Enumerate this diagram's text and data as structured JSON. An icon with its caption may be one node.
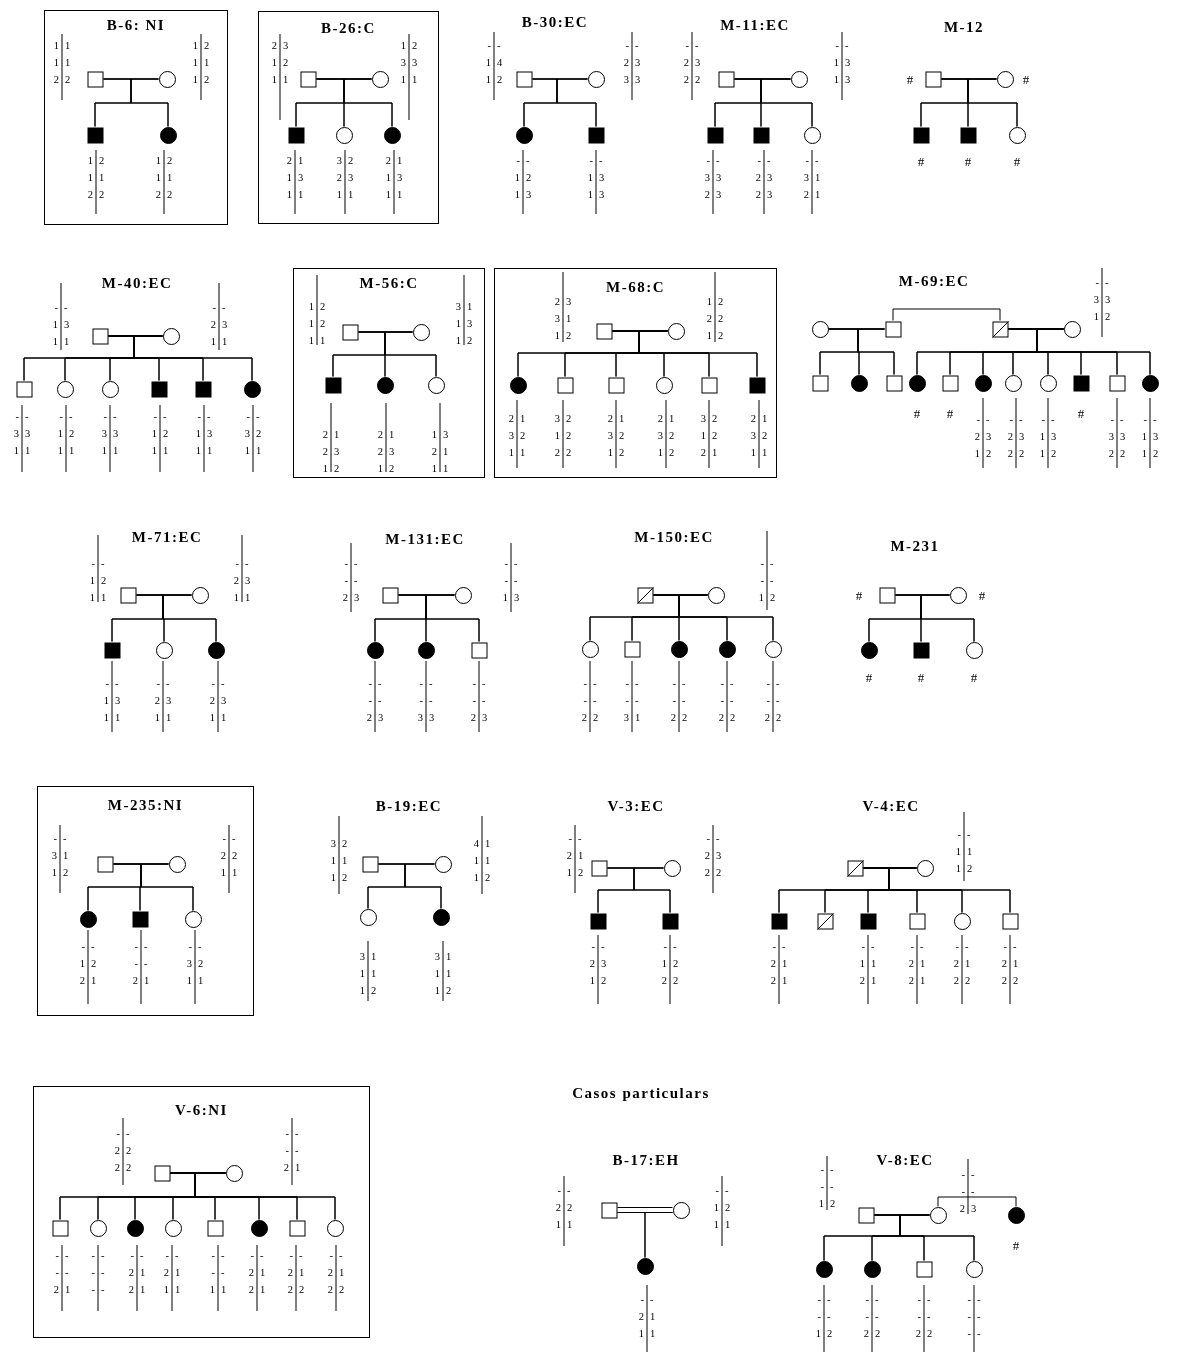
{
  "diagram": {
    "nodes": [
      {
        "text": [
          "B-6: NI"
        ]
      },
      {
        "text": [],
        "shape": "square",
        "in": 0,
        "beside": [
          "1 1 2",
          "1 1 2"
        ]
      },
      {
        "text": [],
        "shape": "circle",
        "in": 0,
        "beside": [
          "1 1 1",
          "2 1 2"
        ]
      },
      {
        "text": [],
        "shape": "filled-square",
        "in": 0,
        "beside": [
          "1 1 2",
          "2 1 2"
        ]
      },
      {
        "text": [],
        "shape": "filled-circle",
        "in": 0,
        "beside": [
          "1 1 2",
          "2 1 2"
        ]
      },
      {
        "text": [
          "B-26:C"
        ]
      },
      {
        "text": [],
        "shape": "square",
        "in": 5,
        "beside": [
          "2 1 1",
          "3 2 1"
        ]
      },
      {
        "text": [],
        "shape": "circle",
        "in": 5,
        "beside": [
          "1 3 1",
          "2 3 1"
        ]
      },
      {
        "text": [],
        "shape": "filled-square",
        "in": 5,
        "beside": [
          "2 1 1",
          "1 3 1"
        ]
      },
      {
        "text": [],
        "shape": "circle",
        "in": 5,
        "beside": [
          "3 2 1",
          "2 3 1"
        ]
      },
      {
        "text": [],
        "shape": "filled-circle",
        "in": 5,
        "beside": [
          "2 1 1",
          "1 3 1"
        ]
      },
      {
        "text": [],
        "shape": "square",
        "beside": [
          "- 1 1",
          "- 4 2"
        ]
      },
      {
        "text": [],
        "shape": "circle",
        "beside": [
          "- 2 3",
          "- 3 3"
        ]
      },
      {
        "text": [],
        "shape": "filled-circle",
        "beside": [
          "- 1 1",
          "- 2 3"
        ]
      },
      {
        "text": [],
        "shape": "filled-square",
        "beside": [
          "- 1 1",
          "- 3 3"
        ]
      },
      {
        "text": [],
        "shape": "square",
        "beside": [
          "- 2 2",
          "- 3 2"
        ]
      },
      {
        "text": [],
        "shape": "circle",
        "beside": [
          "- 1 1",
          "- 3 3"
        ]
      },
      {
        "text": [],
        "shape": "filled-square",
        "beside": [
          "- 3 2",
          "- 3 3"
        ]
      },
      {
        "text": [],
        "shape": "filled-square",
        "beside": [
          "- 2 2",
          "- 3 3"
        ]
      },
      {
        "text": [],
        "shape": "circle",
        "beside": [
          "- 3 2",
          "- 1 1"
        ]
      },
      {
        "text": [],
        "shape": "square",
        "beside": [
          "#"
        ]
      },
      {
        "text": [],
        "shape": "circle",
        "beside": [
          "#"
        ]
      },
      {
        "text": [],
        "shape": "filled-square",
        "beside": [
          "#"
        ]
      },
      {
        "text": [],
        "shape": "filled-square",
        "beside": [
          "#"
        ]
      },
      {
        "text": [],
        "shape": "circle",
        "beside": [
          "#"
        ]
      },
      {
        "text": [],
        "shape": "square",
        "beside": [
          "- 1 1",
          "- 3 1"
        ]
      },
      {
        "text": [],
        "shape": "circle",
        "beside": [
          "- 2 1",
          "- 3 1"
        ]
      },
      {
        "text": [],
        "shape": "square",
        "beside": [
          "- 3 1",
          "- 3 1"
        ]
      },
      {
        "text": [],
        "shape": "circle",
        "beside": [
          "- 1 1",
          "- 2 1"
        ]
      },
      {
        "text": [],
        "shape": "circle",
        "beside": [
          "- 3 1",
          "- 3 1"
        ]
      },
      {
        "text": [],
        "shape": "filled-square",
        "beside": [
          "- 1 1",
          "- 2 1"
        ]
      },
      {
        "text": [],
        "shape": "filled-square",
        "beside": [
          "- 1 1",
          "- 3 1"
        ]
      },
      {
        "text": [],
        "shape": "filled-circle",
        "beside": [
          "- 3 1",
          "- 2 1"
        ]
      },
      {
        "text": [
          "M-56:C"
        ]
      },
      {
        "text": [],
        "shape": "square",
        "in": 33,
        "beside": [
          "1 1 1",
          "2 2 1"
        ]
      },
      {
        "text": [],
        "shape": "circle",
        "in": 33,
        "beside": [
          "3 1 1",
          "1 3 2"
        ]
      },
      {
        "text": [],
        "shape": "filled-square",
        "in": 33,
        "beside": [
          "2 2 1",
          "1 3 2"
        ]
      },
      {
        "text": [],
        "shape": "filled-circle",
        "in": 33,
        "beside": [
          "2 2 1",
          "1 3 2"
        ]
      },
      {
        "text": [],
        "shape": "circle",
        "in": 33,
        "beside": [
          "1 2 1",
          "3 1 1"
        ]
      },
      {
        "text": [
          "M-68:C"
        ]
      },
      {
        "text": [],
        "shape": "square",
        "in": 39,
        "beside": [
          "2 3 1",
          "3 1 2"
        ]
      },
      {
        "text": [],
        "shape": "circle",
        "in": 39,
        "beside": [
          "1 2 1",
          "2 2 2"
        ]
      },
      {
        "text": [],
        "shape": "filled-circle",
        "in": 39,
        "beside": [
          "2 3 1",
          "1 2 1"
        ]
      },
      {
        "text": [],
        "shape": "square",
        "in": 39,
        "beside": [
          "3 1 2",
          "2 2 2"
        ]
      },
      {
        "text": [],
        "shape": "square",
        "in": 39,
        "beside": [
          "2 3 1",
          "1 2 2"
        ]
      },
      {
        "text": [],
        "shape": "circle",
        "in": 39,
        "beside": [
          "2 3 1",
          "1 2 2"
        ]
      },
      {
        "text": [],
        "shape": "square",
        "in": 39,
        "beside": [
          "3 1 2",
          "2 2 1"
        ]
      },
      {
        "text": [],
        "shape": "filled-square",
        "in": 39,
        "beside": [
          "2 3 1",
          "1 2 1"
        ]
      },
      {
        "text": [],
        "shape": "circle"
      },
      {
        "text": [],
        "shape": "square"
      },
      {
        "text": [],
        "shape": "crossed-square"
      },
      {
        "text": [],
        "shape": "circle",
        "beside": [
          "- 3 1",
          "- 3 2"
        ]
      },
      {
        "text": [],
        "shape": "square"
      },
      {
        "text": [],
        "shape": "filled-circle"
      },
      {
        "text": [],
        "shape": "square"
      },
      {
        "text": [],
        "shape": "filled-circle",
        "beside": [
          "#"
        ]
      },
      {
        "text": [],
        "shape": "square",
        "beside": [
          "#"
        ]
      },
      {
        "text": [],
        "shape": "filled-circle",
        "beside": [
          "- 2 1",
          "- 3 2"
        ]
      },
      {
        "text": [],
        "shape": "circle",
        "beside": [
          "- 2 2",
          "- 3 2"
        ]
      },
      {
        "text": [],
        "shape": "circle",
        "beside": [
          "- 1 1",
          "- 3 2"
        ]
      },
      {
        "text": [],
        "shape": "filled-square",
        "beside": [
          "#"
        ]
      },
      {
        "text": [],
        "shape": "square",
        "beside": [
          "- 3 2",
          "- 3 2"
        ]
      },
      {
        "text": [],
        "shape": "filled-circle",
        "beside": [
          "- 1 1",
          "- 3 2"
        ]
      },
      {
        "text": [],
        "shape": "square",
        "beside": [
          "- 1 1",
          "- 2 1"
        ]
      },
      {
        "text": [],
        "shape": "circle",
        "beside": [
          "- 2 1",
          "- 3 1"
        ]
      },
      {
        "text": [],
        "shape": "filled-square",
        "beside": [
          "- 1 1",
          "- 3 1"
        ]
      },
      {
        "text": [],
        "shape": "circle",
        "beside": [
          "- 2 1",
          "- 3 1"
        ]
      },
      {
        "text": [],
        "shape": "filled-circle",
        "beside": [
          "- 2 1",
          "- 3 1"
        ]
      },
      {
        "text": [],
        "shape": "square",
        "beside": [
          "- - 2",
          "- - 3"
        ]
      },
      {
        "text": [],
        "shape": "circle",
        "beside": [
          "- - 1",
          "- - 3"
        ]
      },
      {
        "text": [],
        "shape": "filled-circle",
        "beside": [
          "- - 2",
          "- - 3"
        ]
      },
      {
        "text": [],
        "shape": "filled-circle",
        "beside": [
          "- - 3",
          "- - 3"
        ]
      },
      {
        "text": [],
        "shape": "square",
        "beside": [
          "- - 2",
          "- - 3"
        ]
      },
      {
        "text": [],
        "shape": "crossed-square"
      },
      {
        "text": [],
        "shape": "circle",
        "beside": [
          "- - 1",
          "- - 2"
        ]
      },
      {
        "text": [],
        "shape": "circle",
        "beside": [
          "- - 2",
          "- - 2"
        ]
      },
      {
        "text": [],
        "shape": "square",
        "beside": [
          "- - 3",
          "- - 1"
        ]
      },
      {
        "text": [],
        "shape": "filled-circle",
        "beside": [
          "- - 2",
          "- - 2"
        ]
      },
      {
        "text": [],
        "shape": "filled-circle",
        "beside": [
          "- - 2",
          "- - 2"
        ]
      },
      {
        "text": [],
        "shape": "circle",
        "beside": [
          "- - 2",
          "- - 2"
        ]
      },
      {
        "text": [],
        "shape": "square",
        "beside": [
          "#"
        ]
      },
      {
        "text": [],
        "shape": "circle",
        "beside": [
          "#"
        ]
      },
      {
        "text": [],
        "shape": "filled-circle",
        "beside": [
          "#"
        ]
      },
      {
        "text": [],
        "shape": "filled-square",
        "beside": [
          "#"
        ]
      },
      {
        "text": [],
        "shape": "circle",
        "beside": [
          "#"
        ]
      },
      {
        "text": [
          "M-235:NI"
        ]
      },
      {
        "text": [],
        "shape": "square",
        "in": 85,
        "beside": [
          "- 3 1",
          "- 1 2"
        ]
      },
      {
        "text": [],
        "shape": "circle",
        "in": 85,
        "beside": [
          "- 2 1",
          "- 2 1"
        ]
      },
      {
        "text": [],
        "shape": "filled-circle",
        "in": 85,
        "beside": [
          "- 1 2",
          "- 2 1"
        ]
      },
      {
        "text": [],
        "shape": "filled-square",
        "in": 85,
        "beside": [
          "- - 2",
          "- - 1"
        ]
      },
      {
        "text": [],
        "shape": "circle",
        "in": 85,
        "beside": [
          "- 3 1",
          "- 2 1"
        ]
      },
      {
        "text": [],
        "shape": "square",
        "beside": [
          "3 1 1",
          "2 1 2"
        ]
      },
      {
        "text": [],
        "shape": "circle",
        "beside": [
          "4 1 1",
          "1 1 2"
        ]
      },
      {
        "text": [],
        "shape": "circle",
        "beside": [
          "3 1 1",
          "1 1 2"
        ]
      },
      {
        "text": [],
        "shape": "filled-circle",
        "beside": [
          "3 1 1",
          "1 1 2"
        ]
      },
      {
        "text": [],
        "shape": "square",
        "beside": [
          "- 2 1",
          "- 1 2"
        ]
      },
      {
        "text": [],
        "shape": "circle",
        "beside": [
          "- 2 2",
          "- 3 2"
        ]
      },
      {
        "text": [],
        "shape": "filled-square",
        "beside": [
          "- 2 1",
          "- 3 2"
        ]
      },
      {
        "text": [],
        "shape": "filled-square",
        "beside": [
          "- 1 2",
          "- 2 2"
        ]
      },
      {
        "text": [],
        "shape": "crossed-square"
      },
      {
        "text": [],
        "shape": "circle",
        "beside": [
          "- 1 1",
          "- 1 2"
        ]
      },
      {
        "text": [],
        "shape": "filled-square",
        "beside": [
          "- 2 2",
          "- 1 1"
        ]
      },
      {
        "text": [],
        "shape": "crossed-square"
      },
      {
        "text": [],
        "shape": "filled-square",
        "beside": [
          "- 1 2",
          "- 1 1"
        ]
      },
      {
        "text": [],
        "shape": "square",
        "beside": [
          "- 2 2",
          "- 1 1"
        ]
      },
      {
        "text": [],
        "shape": "circle",
        "beside": [
          "- 2 2",
          "- 1 2"
        ]
      },
      {
        "text": [],
        "shape": "square",
        "beside": [
          "- 2 2",
          "- 1 2"
        ]
      },
      {
        "text": [
          "V-6:NI"
        ]
      },
      {
        "text": [],
        "shape": "square",
        "in": 107,
        "beside": [
          "- 2 2",
          "- 2 2"
        ]
      },
      {
        "text": [],
        "shape": "circle",
        "in": 107,
        "beside": [
          "- - 2",
          "- - 1"
        ]
      },
      {
        "text": [],
        "shape": "square",
        "in": 107,
        "beside": [
          "- - 2",
          "- - 1"
        ]
      },
      {
        "text": [],
        "shape": "circle",
        "in": 107,
        "beside": [
          "- - -",
          "- - -"
        ]
      },
      {
        "text": [],
        "shape": "filled-circle",
        "in": 107,
        "beside": [
          "- 2 2",
          "- 1 1"
        ]
      },
      {
        "text": [],
        "shape": "circle",
        "in": 107,
        "beside": [
          "- 2 1",
          "- 1 1"
        ]
      },
      {
        "text": [],
        "shape": "square",
        "in": 107,
        "beside": [
          "- - 1",
          "- - 1"
        ]
      },
      {
        "text": [],
        "shape": "filled-circle",
        "in": 107,
        "beside": [
          "- 2 2",
          "- 1 1"
        ]
      },
      {
        "text": [],
        "shape": "square",
        "in": 107,
        "beside": [
          "- 2 2",
          "- 1 2"
        ]
      },
      {
        "text": [],
        "shape": "circle",
        "in": 107,
        "beside": [
          "- 2 2",
          "- 1 2"
        ]
      },
      {
        "text": [],
        "shape": "square",
        "beside": [
          "- 2 1",
          "- 2 1"
        ]
      },
      {
        "text": [],
        "shape": "circle",
        "beside": [
          "- 1 1",
          "- 2 1"
        ]
      },
      {
        "text": [],
        "shape": "filled-circle",
        "beside": [
          "- 2 1",
          "- 1 1"
        ]
      },
      {
        "text": [],
        "shape": "square",
        "beside": [
          "- - 1",
          "- - 2"
        ]
      },
      {
        "text": [],
        "shape": "circle",
        "beside": [
          "- - 2",
          "- - 3"
        ]
      },
      {
        "text": [],
        "shape": "filled-circle",
        "beside": [
          "#"
        ]
      },
      {
        "text": [],
        "shape": "filled-circle",
        "beside": [
          "- - 1",
          "- - 2"
        ]
      },
      {
        "text": [],
        "shape": "filled-circle",
        "beside": [
          "- - 2",
          "- - 2"
        ]
      },
      {
        "text": [],
        "shape": "square",
        "beside": [
          "- - 2",
          "- - 2"
        ]
      },
      {
        "text": [],
        "shape": "circle",
        "beside": [
          "- - -",
          "- - -"
        ]
      }
    ],
    "edges": [
      {
        "from": 1,
        "to": 2,
        "arrow": "none"
      },
      {
        "from": 1,
        "to": 3,
        "arrow": "none"
      },
      {
        "from": 2,
        "to": 3,
        "arrow": "none"
      },
      {
        "from": 1,
        "to": 4,
        "arrow": "none"
      },
      {
        "from": 2,
        "to": 4,
        "arrow": "none"
      },
      {
        "from": 6,
        "to": 7,
        "arrow": "none"
      },
      {
        "from": 6,
        "to": 8,
        "arrow": "none"
      },
      {
        "from": 7,
        "to": 8,
        "arrow": "none"
      },
      {
        "from": 6,
        "to": 9,
        "arrow": "none"
      },
      {
        "from": 7,
        "to": 9,
        "arrow": "none"
      },
      {
        "from": 6,
        "to": 10,
        "arrow": "none"
      },
      {
        "from": 7,
        "to": 10,
        "arrow": "none"
      },
      {
        "from": 11,
        "to": 12,
        "arrow": "none"
      },
      {
        "from": 11,
        "to": 13,
        "arrow": "none"
      },
      {
        "from": 12,
        "to": 13,
        "arrow": "none"
      },
      {
        "from": 11,
        "to": 14,
        "arrow": "none"
      },
      {
        "from": 12,
        "to": 14,
        "arrow": "none"
      },
      {
        "from": 15,
        "to": 16,
        "arrow": "none"
      },
      {
        "from": 15,
        "to": 17,
        "arrow": "none"
      },
      {
        "from": 16,
        "to": 17,
        "arrow": "none"
      },
      {
        "from": 15,
        "to": 18,
        "arrow": "none"
      },
      {
        "from": 16,
        "to": 18,
        "arrow": "none"
      },
      {
        "from": 15,
        "to": 19,
        "arrow": "none"
      },
      {
        "from": 16,
        "to": 19,
        "arrow": "none"
      },
      {
        "from": 20,
        "to": 21,
        "arrow": "none"
      },
      {
        "from": 20,
        "to": 22,
        "arrow": "none"
      },
      {
        "from": 21,
        "to": 22,
        "arrow": "none"
      },
      {
        "from": 20,
        "to": 23,
        "arrow": "none"
      },
      {
        "from": 21,
        "to": 23,
        "arrow": "none"
      },
      {
        "from": 20,
        "to": 24,
        "arrow": "none"
      },
      {
        "from": 21,
        "to": 24,
        "arrow": "none"
      },
      {
        "from": 25,
        "to": 26,
        "arrow": "none"
      },
      {
        "from": 25,
        "to": 27,
        "arrow": "none"
      },
      {
        "from": 26,
        "to": 27,
        "arrow": "none"
      },
      {
        "from": 25,
        "to": 28,
        "arrow": "none"
      },
      {
        "from": 26,
        "to": 28,
        "arrow": "none"
      },
      {
        "from": 25,
        "to": 29,
        "arrow": "none"
      },
      {
        "from": 26,
        "to": 29,
        "arrow": "none"
      },
      {
        "from": 25,
        "to": 30,
        "arrow": "none"
      },
      {
        "from": 26,
        "to": 30,
        "arrow": "none"
      },
      {
        "from": 25,
        "to": 31,
        "arrow": "none"
      },
      {
        "from": 26,
        "to": 31,
        "arrow": "none"
      },
      {
        "from": 25,
        "to": 32,
        "arrow": "none"
      },
      {
        "from": 26,
        "to": 32,
        "arrow": "none"
      },
      {
        "from": 34,
        "to": 35,
        "arrow": "none"
      },
      {
        "from": 34,
        "to": 36,
        "arrow": "none"
      },
      {
        "from": 35,
        "to": 36,
        "arrow": "none"
      },
      {
        "from": 34,
        "to": 37,
        "arrow": "none"
      },
      {
        "from": 35,
        "to": 37,
        "arrow": "none"
      },
      {
        "from": 34,
        "to": 38,
        "arrow": "none"
      },
      {
        "from": 35,
        "to": 38,
        "arrow": "none"
      },
      {
        "from": 40,
        "to": 41,
        "arrow": "none"
      },
      {
        "from": 40,
        "to": 42,
        "arrow": "none"
      },
      {
        "from": 41,
        "to": 42,
        "arrow": "none"
      },
      {
        "from": 40,
        "to": 43,
        "arrow": "none"
      },
      {
        "from": 41,
        "to": 43,
        "arrow": "none"
      },
      {
        "from": 40,
        "to": 44,
        "arrow": "none"
      },
      {
        "from": 41,
        "to": 44,
        "arrow": "none"
      },
      {
        "from": 40,
        "to": 45,
        "arrow": "none"
      },
      {
        "from": 41,
        "to": 45,
        "arrow": "none"
      },
      {
        "from": 40,
        "to": 46,
        "arrow": "none"
      },
      {
        "from": 41,
        "to": 46,
        "arrow": "none"
      },
      {
        "from": 40,
        "to": 47,
        "arrow": "none"
      },
      {
        "from": 41,
        "to": 47,
        "arrow": "none"
      },
      {
        "from": 48,
        "to": 49,
        "arrow": "none"
      },
      {
        "from": 49,
        "to": 52,
        "arrow": "none"
      },
      {
        "from": 48,
        "to": 52,
        "arrow": "none"
      },
      {
        "from": 49,
        "to": 53,
        "arrow": "none"
      },
      {
        "from": 48,
        "to": 53,
        "arrow": "none"
      },
      {
        "from": 49,
        "to": 54,
        "arrow": "none"
      },
      {
        "from": 48,
        "to": 54,
        "arrow": "none"
      },
      {
        "from": 49,
        "to": 50,
        "arrow": "none"
      },
      {
        "from": 50,
        "to": 51,
        "arrow": "none"
      },
      {
        "from": 50,
        "to": 55,
        "arrow": "none"
      },
      {
        "from": 51,
        "to": 55,
        "arrow": "none"
      },
      {
        "from": 50,
        "to": 56,
        "arrow": "none"
      },
      {
        "from": 51,
        "to": 56,
        "arrow": "none"
      },
      {
        "from": 50,
        "to": 57,
        "arrow": "none"
      },
      {
        "from": 51,
        "to": 57,
        "arrow": "none"
      },
      {
        "from": 50,
        "to": 58,
        "arrow": "none"
      },
      {
        "from": 51,
        "to": 58,
        "arrow": "none"
      },
      {
        "from": 50,
        "to": 59,
        "arrow": "none"
      },
      {
        "from": 51,
        "to": 59,
        "arrow": "none"
      },
      {
        "from": 50,
        "to": 60,
        "arrow": "none"
      },
      {
        "from": 51,
        "to": 60,
        "arrow": "none"
      },
      {
        "from": 50,
        "to": 61,
        "arrow": "none"
      },
      {
        "from": 51,
        "to": 61,
        "arrow": "none"
      },
      {
        "from": 50,
        "to": 62,
        "arrow": "none"
      },
      {
        "from": 51,
        "to": 62,
        "arrow": "none"
      },
      {
        "from": 63,
        "to": 64,
        "arrow": "none"
      },
      {
        "from": 63,
        "to": 65,
        "arrow": "none"
      },
      {
        "from": 64,
        "to": 65,
        "arrow": "none"
      },
      {
        "from": 63,
        "to": 66,
        "arrow": "none"
      },
      {
        "from": 64,
        "to": 66,
        "arrow": "none"
      },
      {
        "from": 63,
        "to": 67,
        "arrow": "none"
      },
      {
        "from": 64,
        "to": 67,
        "arrow": "none"
      },
      {
        "from": 68,
        "to": 69,
        "arrow": "none"
      },
      {
        "from": 68,
        "to": 70,
        "arrow": "none"
      },
      {
        "from": 69,
        "to": 70,
        "arrow": "none"
      },
      {
        "from": 68,
        "to": 71,
        "arrow": "none"
      },
      {
        "from": 69,
        "to": 71,
        "arrow": "none"
      },
      {
        "from": 68,
        "to": 72,
        "arrow": "none"
      },
      {
        "from": 69,
        "to": 72,
        "arrow": "none"
      },
      {
        "from": 73,
        "to": 74,
        "arrow": "none"
      },
      {
        "from": 73,
        "to": 75,
        "arrow": "none"
      },
      {
        "from": 74,
        "to": 75,
        "arrow": "none"
      },
      {
        "from": 73,
        "to": 76,
        "arrow": "none"
      },
      {
        "from": 74,
        "to": 76,
        "arrow": "none"
      },
      {
        "from": 73,
        "to": 77,
        "arrow": "none"
      },
      {
        "from": 74,
        "to": 77,
        "arrow": "none"
      },
      {
        "from": 73,
        "to": 78,
        "arrow": "none"
      },
      {
        "from": 74,
        "to": 78,
        "arrow": "none"
      },
      {
        "from": 73,
        "to": 79,
        "arrow": "none"
      },
      {
        "from": 74,
        "to": 79,
        "arrow": "none"
      },
      {
        "from": 80,
        "to": 81,
        "arrow": "none"
      },
      {
        "from": 80,
        "to": 82,
        "arrow": "none"
      },
      {
        "from": 81,
        "to": 82,
        "arrow": "none"
      },
      {
        "from": 80,
        "to": 83,
        "arrow": "none"
      },
      {
        "from": 81,
        "to": 83,
        "arrow": "none"
      },
      {
        "from": 80,
        "to": 84,
        "arrow": "none"
      },
      {
        "from": 81,
        "to": 84,
        "arrow": "none"
      },
      {
        "from": 86,
        "to": 87,
        "arrow": "none"
      },
      {
        "from": 86,
        "to": 88,
        "arrow": "none"
      },
      {
        "from": 87,
        "to": 88,
        "arrow": "none"
      },
      {
        "from": 86,
        "to": 89,
        "arrow": "none"
      },
      {
        "from": 87,
        "to": 89,
        "arrow": "none"
      },
      {
        "from": 86,
        "to": 90,
        "arrow": "none"
      },
      {
        "from": 87,
        "to": 90,
        "arrow": "none"
      },
      {
        "from": 91,
        "to": 92,
        "arrow": "none"
      },
      {
        "from": 91,
        "to": 93,
        "arrow": "none"
      },
      {
        "from": 92,
        "to": 93,
        "arrow": "none"
      },
      {
        "from": 91,
        "to": 94,
        "arrow": "none"
      },
      {
        "from": 92,
        "to": 94,
        "arrow": "none"
      },
      {
        "from": 95,
        "to": 96,
        "arrow": "none"
      },
      {
        "from": 95,
        "to": 97,
        "arrow": "none"
      },
      {
        "from": 96,
        "to": 97,
        "arrow": "none"
      },
      {
        "from": 95,
        "to": 98,
        "arrow": "none"
      },
      {
        "from": 96,
        "to": 98,
        "arrow": "none"
      },
      {
        "from": 99,
        "to": 100,
        "arrow": "none"
      },
      {
        "from": 99,
        "to": 101,
        "arrow": "none"
      },
      {
        "from": 100,
        "to": 101,
        "arrow": "none"
      },
      {
        "from": 99,
        "to": 102,
        "arrow": "none"
      },
      {
        "from": 100,
        "to": 102,
        "arrow": "none"
      },
      {
        "from": 99,
        "to": 103,
        "arrow": "none"
      },
      {
        "from": 100,
        "to": 103,
        "arrow": "none"
      },
      {
        "from": 99,
        "to": 104,
        "arrow": "none"
      },
      {
        "from": 100,
        "to": 104,
        "arrow": "none"
      },
      {
        "from": 99,
        "to": 105,
        "arrow": "none"
      },
      {
        "from": 100,
        "to": 105,
        "arrow": "none"
      },
      {
        "from": 99,
        "to": 106,
        "arrow": "none"
      },
      {
        "from": 100,
        "to": 106,
        "arrow": "none"
      },
      {
        "from": 108,
        "to": 109,
        "arrow": "none"
      },
      {
        "from": 108,
        "to": 110,
        "arrow": "none"
      },
      {
        "from": 109,
        "to": 110,
        "arrow": "none"
      },
      {
        "from": 108,
        "to": 111,
        "arrow": "none"
      },
      {
        "from": 109,
        "to": 111,
        "arrow": "none"
      },
      {
        "from": 108,
        "to": 112,
        "arrow": "none"
      },
      {
        "from": 109,
        "to": 112,
        "arrow": "none"
      },
      {
        "from": 108,
        "to": 113,
        "arrow": "none"
      },
      {
        "from": 109,
        "to": 113,
        "arrow": "none"
      },
      {
        "from": 108,
        "to": 114,
        "arrow": "none"
      },
      {
        "from": 109,
        "to": 114,
        "arrow": "none"
      },
      {
        "from": 108,
        "to": 115,
        "arrow": "none"
      },
      {
        "from": 109,
        "to": 115,
        "arrow": "none"
      },
      {
        "from": 108,
        "to": 116,
        "arrow": "none"
      },
      {
        "from": 109,
        "to": 116,
        "arrow": "none"
      },
      {
        "from": 108,
        "to": 117,
        "arrow": "none"
      },
      {
        "from": 109,
        "to": 117,
        "arrow": "none"
      },
      {
        "from": 118,
        "to": 119,
        "arrow": "none"
      },
      {
        "from": 118,
        "to": 120,
        "arrow": "none"
      },
      {
        "from": 119,
        "to": 120,
        "arrow": "none"
      },
      {
        "from": 121,
        "to": 122,
        "arrow": "none"
      },
      {
        "from": 122,
        "to": 123,
        "arrow": "none"
      },
      {
        "from": 121,
        "to": 124,
        "arrow": "none"
      },
      {
        "from": 122,
        "to": 124,
        "arrow": "none"
      },
      {
        "from": 121,
        "to": 125,
        "arrow": "none"
      },
      {
        "from": 122,
        "to": 125,
        "arrow": "none"
      },
      {
        "from": 121,
        "to": 126,
        "arrow": "none"
      },
      {
        "from": 122,
        "to": 126,
        "arrow": "none"
      },
      {
        "from": 121,
        "to": 127,
        "arrow": "none"
      },
      {
        "from": 122,
        "to": 127,
        "arrow": "none"
      }
    ],
    "labels": [
      "B-30:EC",
      "M-11:EC",
      "M-12",
      "M-40:EC",
      "M-69:EC",
      "M-71:EC",
      "M-131:EC",
      "M-150:EC",
      "M-231",
      "B-19:EC",
      "V-3:EC",
      "V-4:EC",
      "Casos particulars",
      "B-17:EH",
      "V-8:EC"
    ]
  }
}
